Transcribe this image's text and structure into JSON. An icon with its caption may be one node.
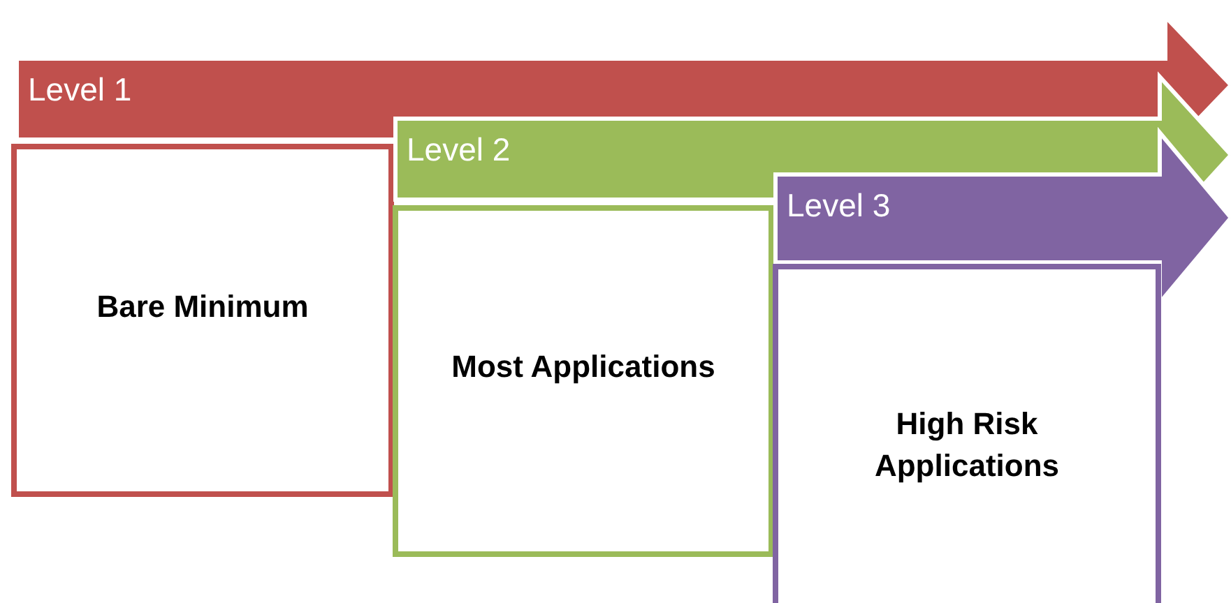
{
  "diagram": {
    "nodes": [
      {
        "text": [
          "Level 1"
        ]
      },
      {
        "text": [
          "Bare Minimum"
        ]
      },
      {
        "text": [
          "Level 2"
        ]
      },
      {
        "text": [
          "Most Applications"
        ]
      },
      {
        "text": [
          "Level 3"
        ]
      },
      {
        "text": [
          "High Risk Applications"
        ]
      }
    ]
  }
}
